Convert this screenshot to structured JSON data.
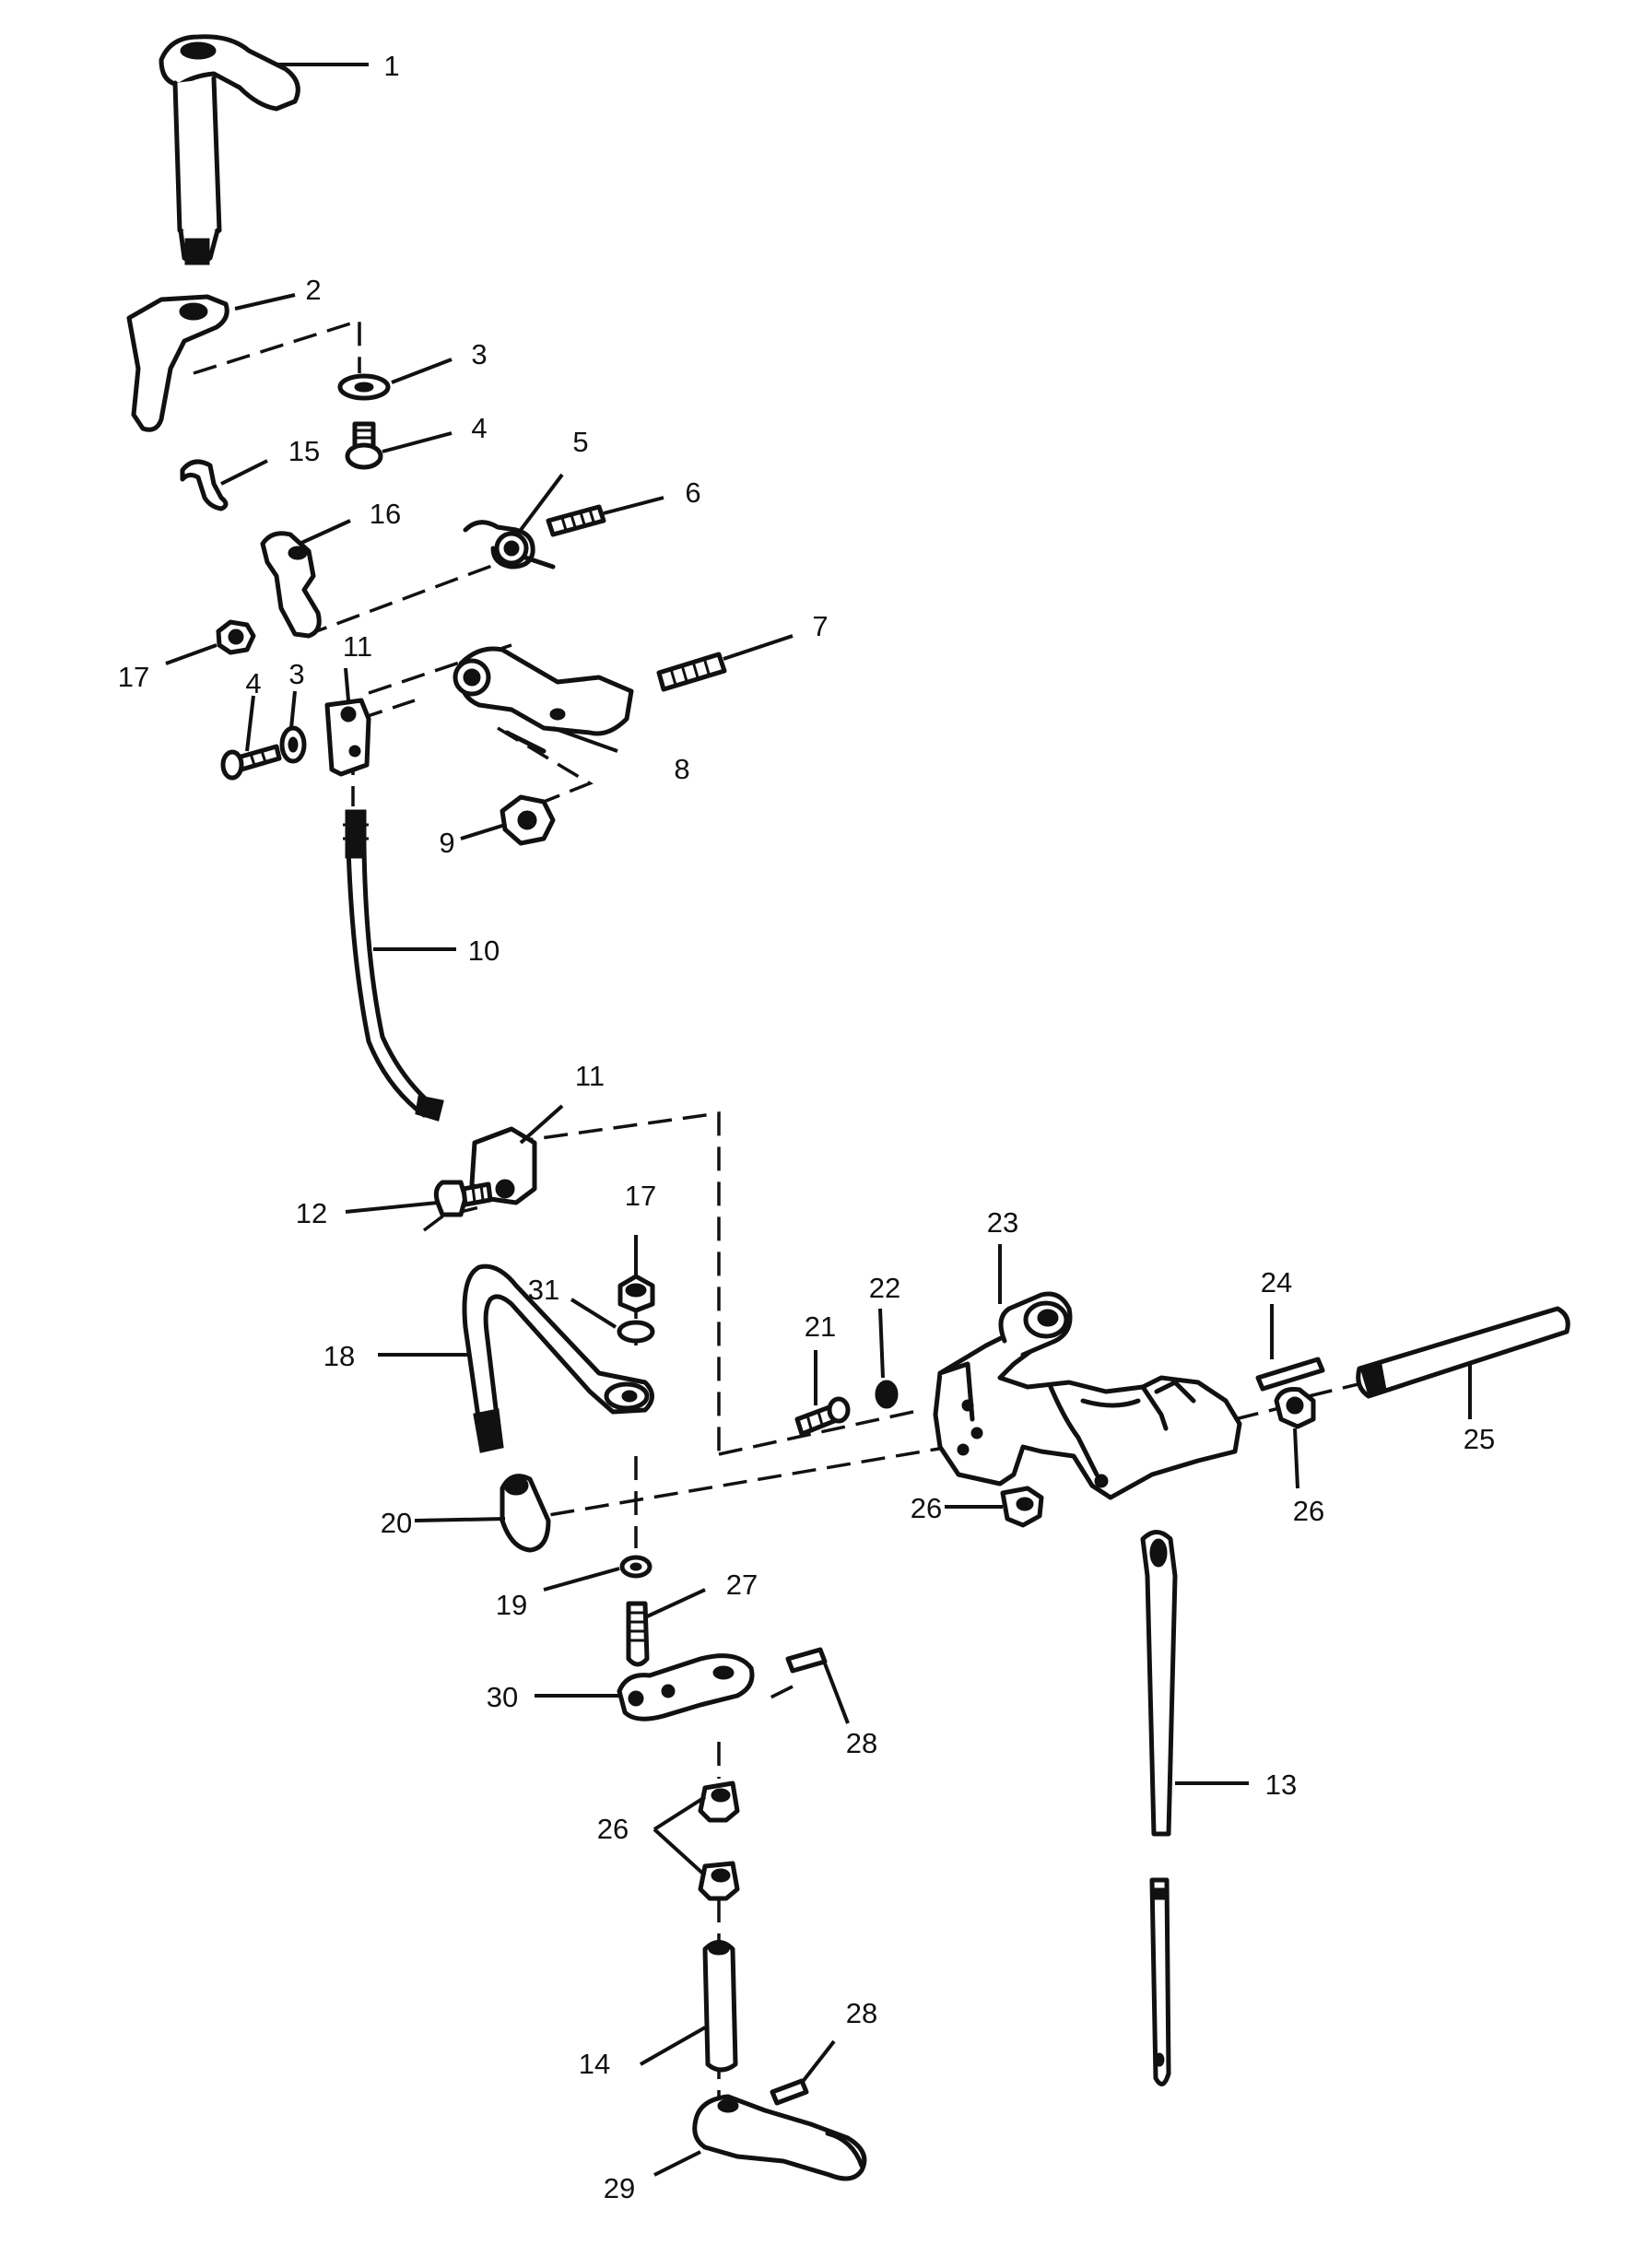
{
  "callouts": {
    "c1": "1",
    "c2": "2",
    "c3a": "3",
    "c3b": "3",
    "c4a": "4",
    "c4b": "4",
    "c5": "5",
    "c6": "6",
    "c7": "7",
    "c8": "8",
    "c9": "9",
    "c10": "10",
    "c11a": "11",
    "c11b": "11",
    "c12": "12",
    "c13": "13",
    "c14": "14",
    "c15": "15",
    "c16": "16",
    "c17a": "17",
    "c17b": "17",
    "c18": "18",
    "c19": "19",
    "c20": "20",
    "c21": "21",
    "c22": "22",
    "c23": "23",
    "c24": "24",
    "c25": "25",
    "c26a": "26",
    "c26b": "26",
    "c26c": "26",
    "c27": "27",
    "c28a": "28",
    "c28b": "28",
    "c29": "29",
    "c30": "30",
    "c31": "31"
  }
}
